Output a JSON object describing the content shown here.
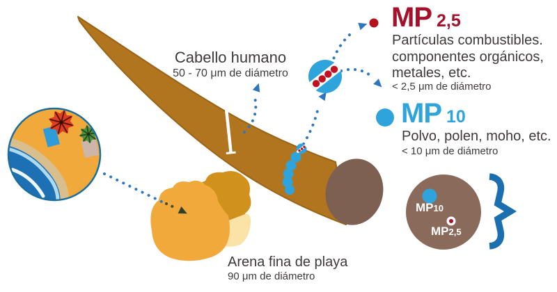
{
  "colors": {
    "accent_red": "#A5102B",
    "particle_red": "#B5121F",
    "accent_blue": "#2EA3DC",
    "arrow_blue": "#2E77BE",
    "hair_brown": "#B1741F",
    "hair_cross_section": "#7D6051",
    "comparison_circle_brown": "#8A6B5B",
    "brace_blue": "#1B6FAF",
    "sand_orange": "#F2A93B",
    "text_dark": "#3D3A39"
  },
  "hair": {
    "title": "Cabello humano",
    "subtitle": "50 - 70 μm de diámetro"
  },
  "mp25": {
    "abbr": "MP",
    "size": "2,5",
    "line1": "Partículas combustibles.",
    "line2": "componentes orgánicos,",
    "line3": "metales, etc.",
    "diameter": "< 2,5 μm de diámetro"
  },
  "mp10": {
    "abbr": "MP",
    "size": "10",
    "line1": "Polvo, polen, moho, etc.",
    "diameter": "< 10 μm de diámetro"
  },
  "sand": {
    "title": "Arena fina de playa",
    "subtitle": "90 μm de diámetro"
  },
  "comparison": {
    "mp10_abbr": "MP",
    "mp10_sub": "10",
    "mp25_abbr": "MP",
    "mp25_sub": "2,5"
  }
}
